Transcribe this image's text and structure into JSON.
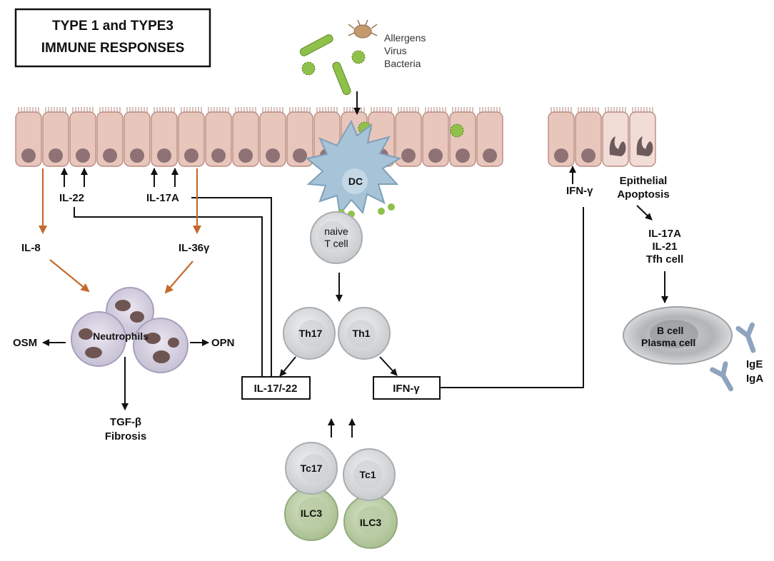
{
  "title": {
    "line1": "TYPE 1 and TYPE3",
    "line2": "IMMUNE RESPONSES"
  },
  "antigens": [
    "Allergens",
    "Virus",
    "Bacteria"
  ],
  "cytokines": {
    "il22": "IL-22",
    "il17a": "IL-17A",
    "il8": "IL-8",
    "il36g": "IL-36γ",
    "osm": "OSM",
    "opn": "OPN",
    "tgfb": "TGF-β",
    "fibrosis": "Fibrosis",
    "ifng_epi": "IFN-γ"
  },
  "cells": {
    "dc": "DC",
    "naive_line1": "naive",
    "naive_line2": "T cell",
    "neutrophils": "Neutrophils",
    "th17": "Th17",
    "th1": "Th1",
    "tc17": "Tc17",
    "tc1": "Tc1",
    "ilc3_a": "ILC3",
    "ilc3_b": "ILC3",
    "bcell": "B cell",
    "plasma": "Plasma cell"
  },
  "boxes": {
    "il17_22": "IL-17/-22",
    "ifng": "IFN-γ"
  },
  "right_panel": {
    "epithelial": "Epithelial",
    "apoptosis": "Apoptosis",
    "il17a": "IL-17A",
    "il21": "IL-21",
    "tfh": "Tfh cell",
    "ige": "IgE",
    "iga": "IgA"
  },
  "colors": {
    "epithelium": "#e9c6bb",
    "epithelium_edge": "#b98c82",
    "nucleus": "#8e7275",
    "dc_fill": "#a7c3d8",
    "tcell": "#dcdedf",
    "ilc3": "#c2d3ad",
    "neutrophil": "#d9d3e2",
    "orange_arrow": "#c46a2c",
    "antibody": "#8ea4be",
    "pathogen": "#8fc049"
  }
}
